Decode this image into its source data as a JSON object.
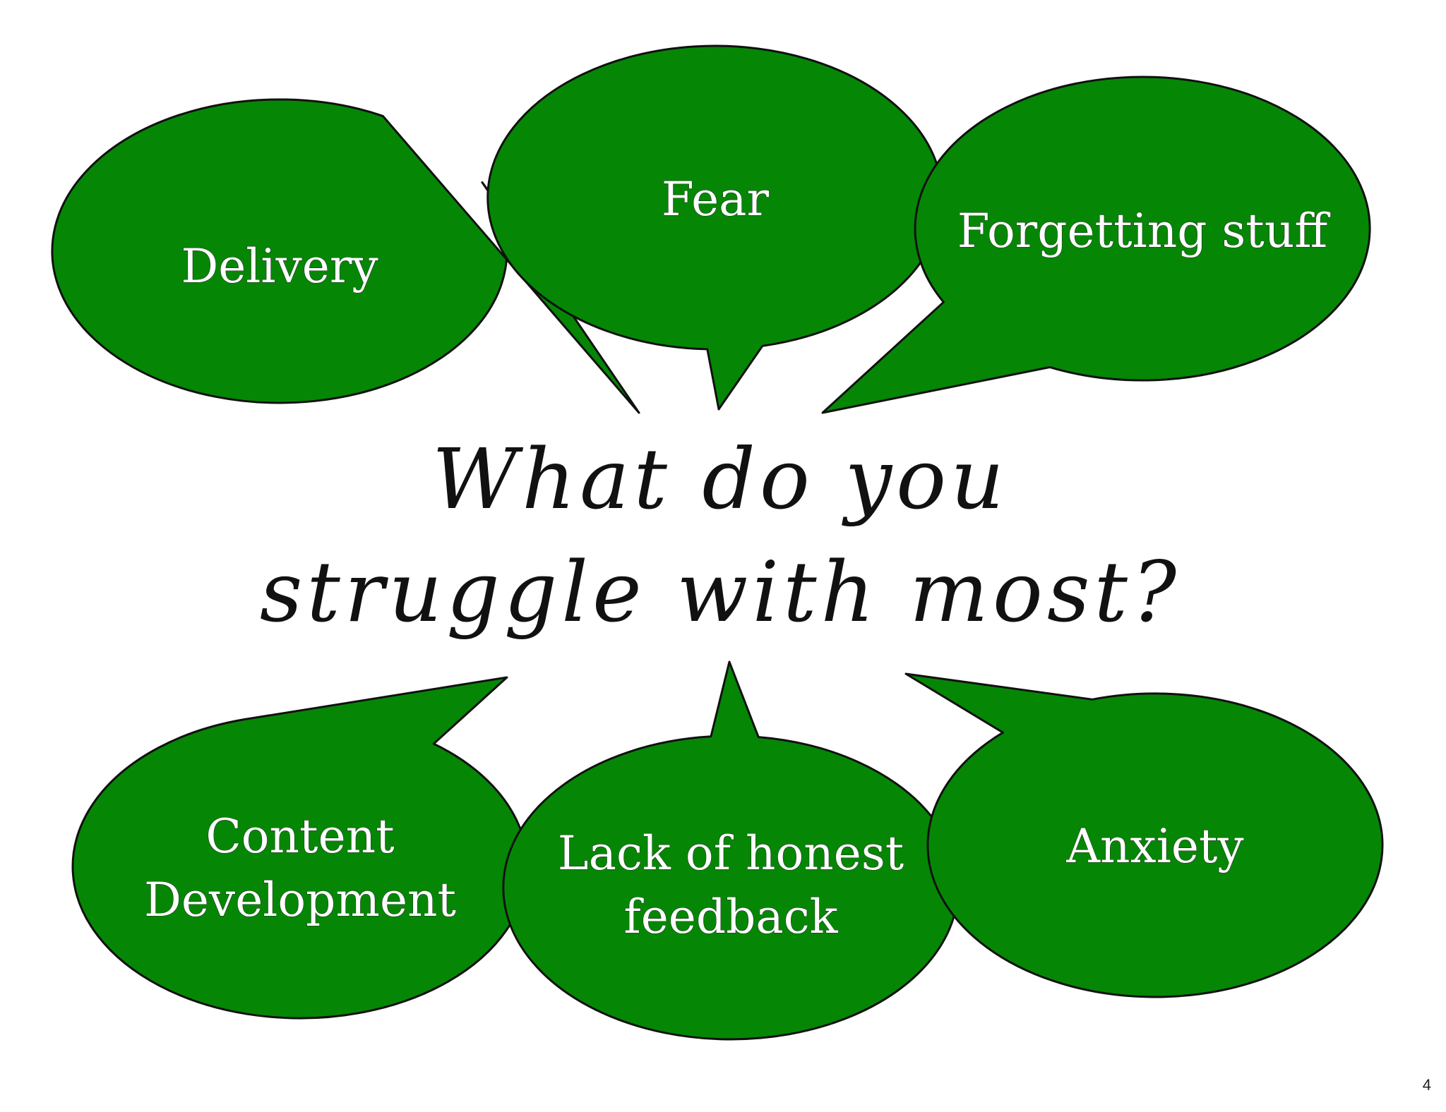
{
  "slide": {
    "question_line_1": "What do you",
    "question_line_2": "struggle with most?",
    "page_number": "4"
  },
  "colors": {
    "bubble_fill": "#058705",
    "bubble_stroke": "#111111",
    "text_on_bubble": "#ffffff",
    "question_text": "#111111"
  },
  "bubbles": [
    {
      "id": "delivery",
      "lines": [
        "Delivery"
      ]
    },
    {
      "id": "fear",
      "lines": [
        "Fear"
      ]
    },
    {
      "id": "forgetting-stuff",
      "lines": [
        "Forgetting stuff"
      ]
    },
    {
      "id": "content-development",
      "lines": [
        "Content",
        "Development"
      ]
    },
    {
      "id": "lack-of-honest-feedback",
      "lines": [
        "Lack of honest",
        "feedback"
      ]
    },
    {
      "id": "anxiety",
      "lines": [
        "Anxiety"
      ]
    }
  ]
}
